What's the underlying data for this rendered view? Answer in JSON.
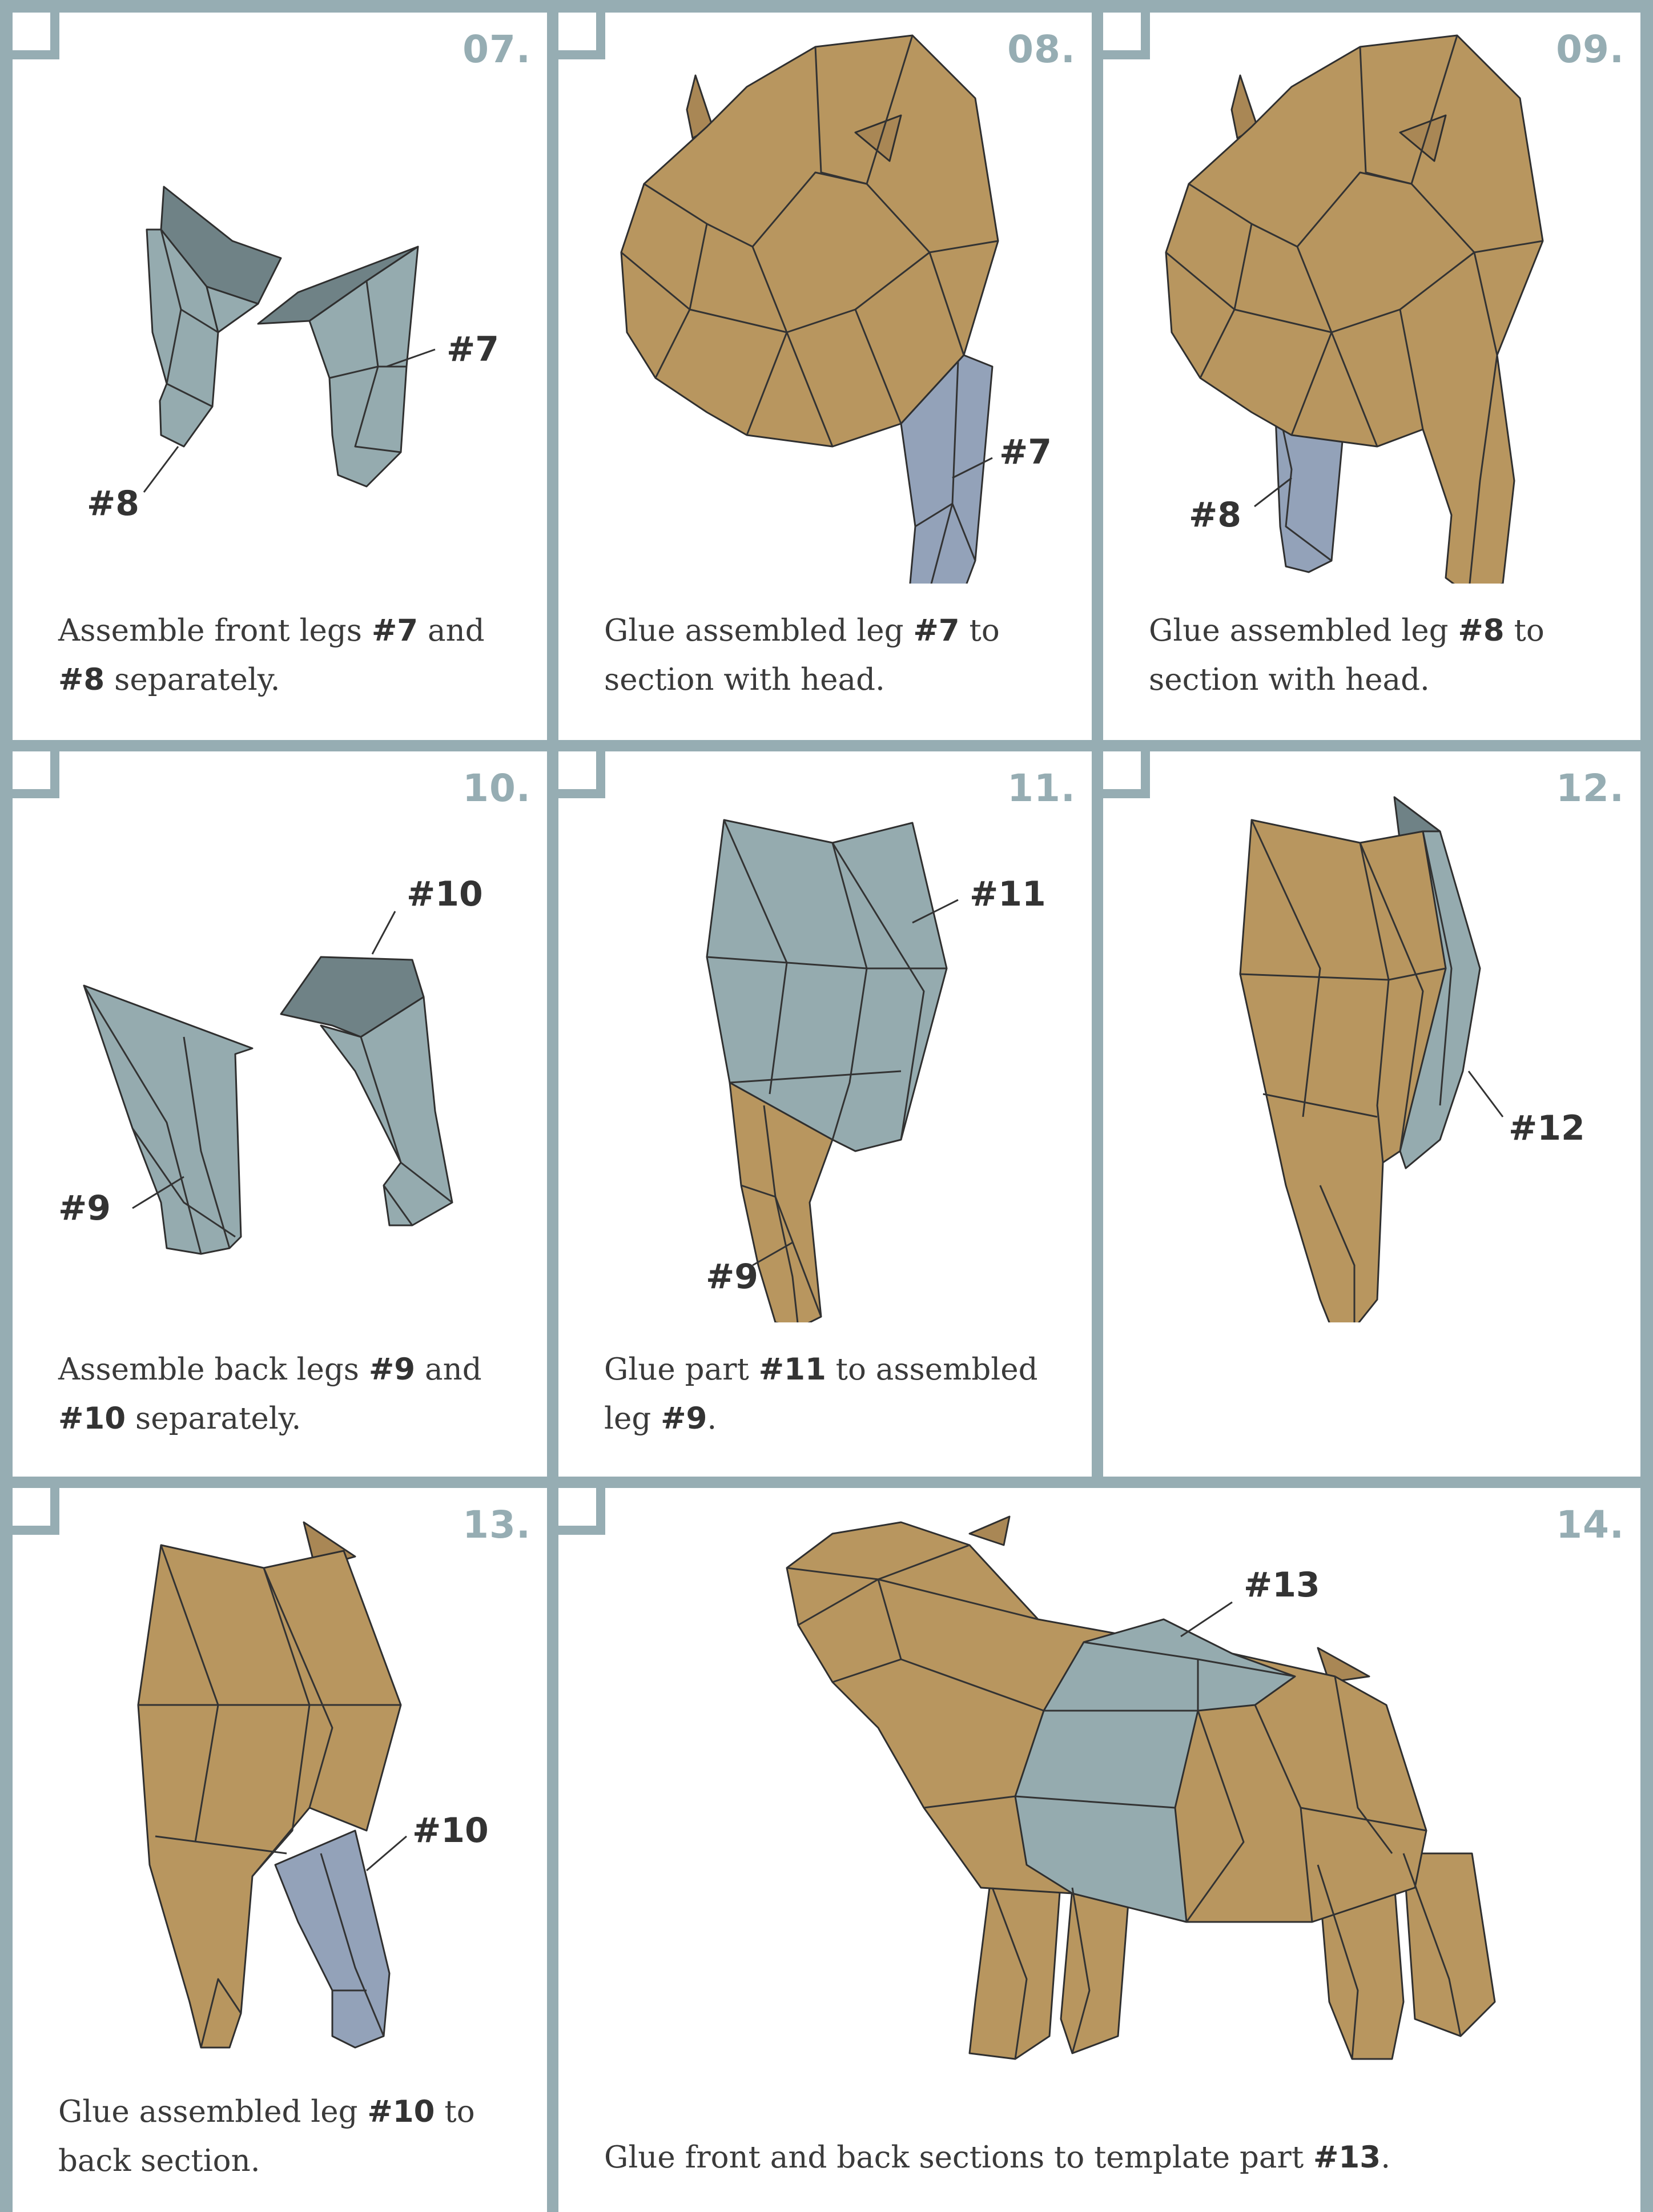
{
  "colors": {
    "frame": "#96adb3",
    "step_number": "#96adb3",
    "paper_tan": "#b8965f",
    "paper_grey": "#95abaf",
    "paper_blue": "#93a2b9"
  },
  "panels": [
    {
      "number": "07.",
      "labels": [
        "#7",
        "#8"
      ],
      "caption": {
        "t1": "Assemble front legs ",
        "b1": "#7",
        "t2": " and ",
        "b2": "#8",
        "t3": " separately."
      }
    },
    {
      "number": "08.",
      "labels": [
        "#7"
      ],
      "caption": {
        "t1": "Glue assembled leg ",
        "b1": "#7",
        "t2": " to section with head."
      }
    },
    {
      "number": "09.",
      "labels": [
        "#8"
      ],
      "caption": {
        "t1": "Glue assembled leg ",
        "b1": "#8",
        "t2": " to section with head."
      }
    },
    {
      "number": "10.",
      "labels": [
        "#10",
        "#9"
      ],
      "caption": {
        "t1": "Assemble back legs ",
        "b1": "#9",
        "t2": " and ",
        "b2": "#10",
        "t3": " separately."
      }
    },
    {
      "number": "11.",
      "labels": [
        "#11",
        "#9"
      ],
      "caption": {
        "t1": "Glue part ",
        "b1": "#11",
        "t2": " to assembled leg ",
        "b2": "#9",
        "t3": "."
      }
    },
    {
      "number": "12.",
      "labels": [
        "#12"
      ]
    },
    {
      "number": "13.",
      "labels": [
        "#10"
      ],
      "caption": {
        "t1": "Glue assembled leg ",
        "b1": "#10",
        "t2": " to back section."
      }
    },
    {
      "number": "14.",
      "labels": [
        "#13"
      ],
      "caption": {
        "t1": "Glue front and back sections to template part ",
        "b1": "#13",
        "t2": "."
      }
    }
  ]
}
